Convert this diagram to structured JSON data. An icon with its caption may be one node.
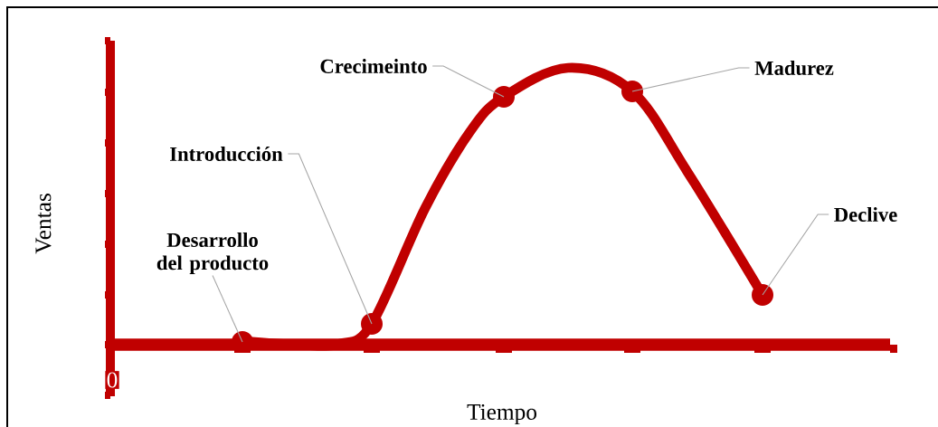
{
  "diagram": {
    "nodes": [
      {
        "text": [
          "Desarrollo del producto"
        ]
      },
      {
        "text": [
          "Introducción"
        ]
      },
      {
        "text": [
          "Crecimeinto"
        ]
      },
      {
        "text": [
          "Madurez"
        ]
      },
      {
        "text": [
          "Declive"
        ]
      },
      {
        "text": [],
        "shape": "circle"
      },
      {
        "text": [],
        "shape": "circle"
      },
      {
        "text": [],
        "shape": "circle"
      },
      {
        "text": [],
        "shape": "circle"
      },
      {
        "text": [],
        "shape": "circle"
      }
    ],
    "edges": [
      {
        "from": 0,
        "to": 5,
        "arrow": "none"
      },
      {
        "from": 1,
        "to": 6,
        "arrow": "none"
      },
      {
        "from": 2,
        "to": 7,
        "arrow": "none"
      },
      {
        "from": 3,
        "to": 8,
        "arrow": "none"
      },
      {
        "from": 4,
        "to": 9,
        "arrow": "none"
      }
    ],
    "labels": [
      "Ventas",
      "0",
      "Tiempo"
    ]
  }
}
